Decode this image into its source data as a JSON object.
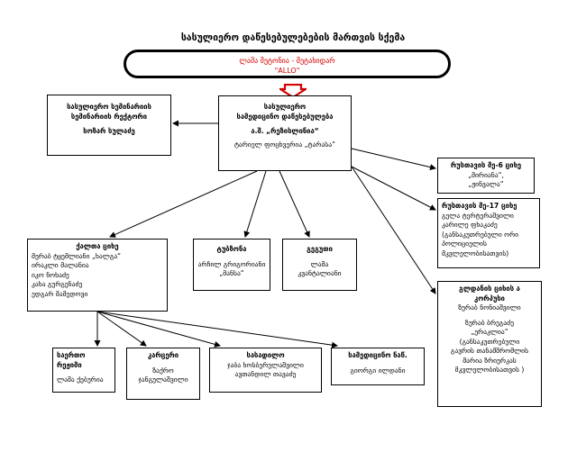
{
  "title": "სასულიერო დაწესებულებების მართვის სქემა",
  "banner": {
    "line1": "ლაშა მეტონია - მეტახიდარ",
    "line2": "\"ALLO\""
  },
  "nodes": {
    "seminary": {
      "title1": "სასულიერო სემინარიის",
      "title2": "სემინარიის რექტორი",
      "person": "სოზარ სულაძე"
    },
    "central": {
      "title1": "სასულიერო",
      "title2": "სამედიცინო დაწესებულება",
      "title3": "ა.შ. „რეზისლინია“",
      "person": "ტარიელ ფოცხვერია „ტარასა“"
    },
    "rustavi6": {
      "title": "რუსთავის მე-6 ციხე",
      "l1": "„მირიანა“,",
      "l2": "„ჟინვალა“"
    },
    "rustavi17": {
      "title": "რუსთავის მე-17 ციხე",
      "l1": "გელა ტერტერაშვილი",
      "l2": "კარილე ფხაკაძე",
      "l3": "(განსაკუთრებული ორი",
      "l4": "პოლიციელის",
      "l5": "მკვლელობისათვის)"
    },
    "hospital": {
      "title1": "გლდანის ციხის ა",
      "title2": "კორპუსი",
      "l1": "ზურაბ ნონიაშვილი",
      "l2": "ზურაბ ბრეგაძე",
      "l3": "„ერაკლია“",
      "l4": "(განსაკუთრებული",
      "l5": "გავრის თანამშრომლის",
      "l6": "მარია ზრიურკას",
      "l7": "მკვლელობისათვის )"
    },
    "women": {
      "title": "ქალთა ციხე",
      "l1": "მერაბ ტყემლიანი „ხალგა“",
      "l2": "ირაკლი მალანია",
      "l3": "იკო ნოხაძე",
      "l4": "კახა გურგენაძე",
      "l5": "ედგარ მამედოვი"
    },
    "tbilisi": {
      "title": "ტუბზონა",
      "l1": "არჩილ გრიგორიანი",
      "l2": "„მანსა“"
    },
    "gegechkori": {
      "title": "გეგუთი",
      "l1": "ლაშა",
      "l2": "კვანტალიანი"
    },
    "security": {
      "title": "საერთო რეჟიმი",
      "l1": "ლაშა ქებურია"
    },
    "archive": {
      "title": "კარცერი",
      "l1": "ზაქრო",
      "l2": "ჯანგულაშვილი"
    },
    "canteen": {
      "title": "სასადილო",
      "l1": "ჯაბა ხოსბერულაშვილი",
      "l2": "ავთანდილ თავაძე"
    },
    "medical": {
      "title": "სამედიცინო ნაწ.",
      "l1": "გიორგი ილდანი"
    }
  }
}
